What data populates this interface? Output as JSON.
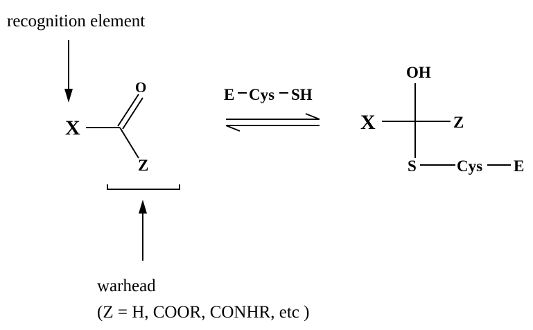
{
  "labels": {
    "recognition": "recognition element",
    "warhead": "warhead",
    "warhead_note": "(Z = H, COOR, CONHR, etc )"
  },
  "reactant": {
    "x": "X",
    "o": "O",
    "z": "Z"
  },
  "reagent": {
    "e": "E",
    "cys": "Cys",
    "sh": "SH"
  },
  "product": {
    "oh": "OH",
    "x": "X",
    "z": "Z",
    "s": "S",
    "cys": "Cys",
    "e": "E"
  }
}
